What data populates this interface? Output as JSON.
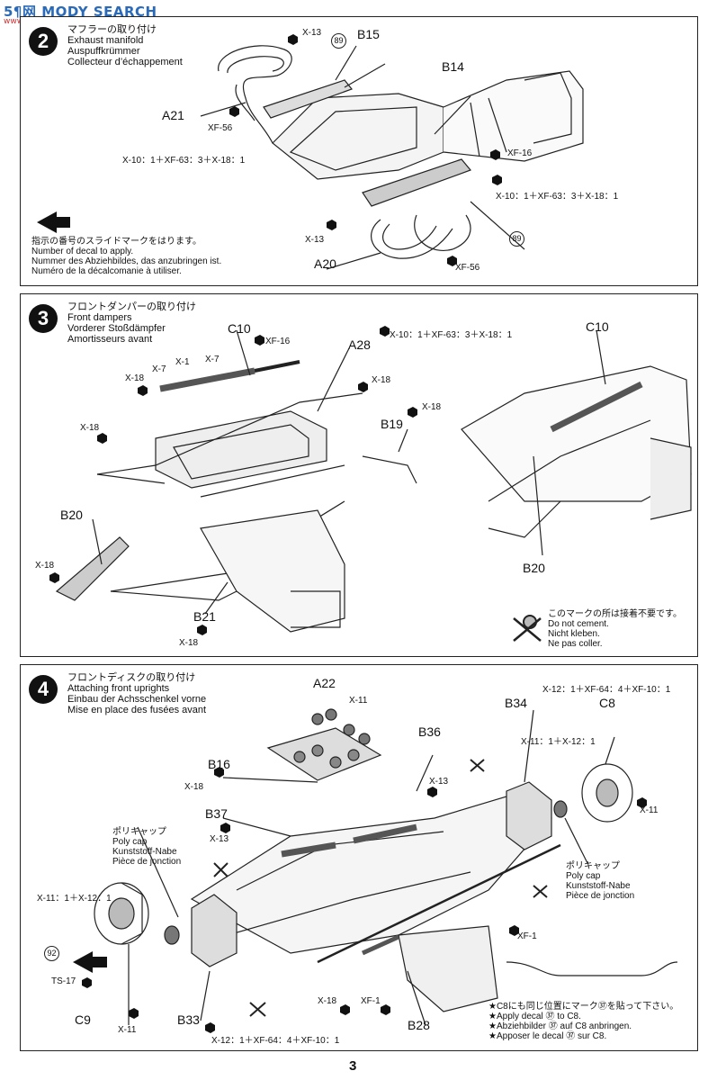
{
  "watermark": {
    "text": "5¶网 MODY SEARCH",
    "sub": "www.5e8.com"
  },
  "page_number": "3",
  "step2": {
    "number": "2",
    "title_jp": "マフラーの取り付け",
    "title_en": "Exhaust manifold",
    "title_de": "Auspuffkrümmer",
    "title_fr": "Collecteur d’échappement",
    "parts": {
      "b15": "B15",
      "b14": "B14",
      "a21": "A21",
      "a20": "A20",
      "decal": "89"
    },
    "paints": {
      "x13a": "X-13",
      "xf56a": "XF-56",
      "mix1": "X-10：1＋XF-63：3＋X-18：1",
      "xf16": "XF-16",
      "mix2": "X-10：1＋XF-63：3＋X-18：1",
      "x13b": "X-13",
      "xf56b": "XF-56"
    },
    "decal_note_jp": "指示の番号のスライドマークをはります。",
    "decal_note_en": "Number of decal to apply.",
    "decal_note_de": "Nummer des Abziehbildes, das anzubringen ist.",
    "decal_note_fr": "Numéro de la décalcomanie à utiliser."
  },
  "step3": {
    "number": "3",
    "title_jp": "フロントダンパーの取り付け",
    "title_en": "Front dampers",
    "title_de": "Vorderer Stoßdämpfer",
    "title_fr": "Amortisseurs avant",
    "parts": {
      "c10a": "C10",
      "a28": "A28",
      "b19": "B19",
      "b20a": "B20",
      "b21": "B21",
      "c10b": "C10",
      "b20b": "B20"
    },
    "paints": {
      "xf16": "XF-16",
      "mix": "X-10：1＋XF-63：3＋X-18：1",
      "x18a": "X-18",
      "x7a": "X-7",
      "x1": "X-1",
      "x7b": "X-7",
      "x18b": "X-18",
      "x18c": "X-18",
      "x18d": "X-18",
      "x18e": "X-18",
      "x18f": "X-18"
    },
    "nocement_jp": "このマークの所は接着不要です。",
    "nocement_en": "Do not cement.",
    "nocement_de": "Nicht kleben.",
    "nocement_fr": "Ne pas coller."
  },
  "step4": {
    "number": "4",
    "title_jp": "フロントディスクの取り付け",
    "title_en": "Attaching front uprights",
    "title_de": "Einbau der Achsschenkel vorne",
    "title_fr": "Mise en place des fusées avant",
    "parts": {
      "a22": "A22",
      "b16": "B16",
      "b36": "B36",
      "b34": "B34",
      "c8": "C8",
      "b37": "B37",
      "c9": "C9",
      "b33": "B33",
      "b28": "B28",
      "decal": "92"
    },
    "paints": {
      "x11a": "X-11",
      "x18a": "X-18",
      "x13a": "X-13",
      "x13b": "X-13",
      "mixtop": "X-12：1＋XF-64：4＋XF-10：1",
      "x1112a": "X-11：1＋X-12：1",
      "x11b": "X-11",
      "x1112b": "X-11：1＋X-12：1",
      "ts17": "TS-17",
      "x11c": "X-11",
      "mixbot": "X-12：1＋XF-64：4＋XF-10：1",
      "x18b": "X-18",
      "xf1a": "XF-1",
      "xf1b": "XF-1"
    },
    "polycap_left": {
      "jp": "ポリキャップ",
      "en": "Poly cap",
      "de": "Kunststoff-Nabe",
      "fr": "Pièce de jonction"
    },
    "polycap_right": {
      "jp": "ポリキャップ",
      "en": "Poly cap",
      "de": "Kunststoff-Nabe",
      "fr": "Pièce de jonction"
    },
    "c8_note": [
      "★C8にも同じ位置にマーク㊲を貼って下さい。",
      "★Apply decal ㊲ to C8.",
      "★Abziehbilder ㊲ auf C8 anbringen.",
      "★Apposer le decal ㊲ sur C8."
    ]
  }
}
